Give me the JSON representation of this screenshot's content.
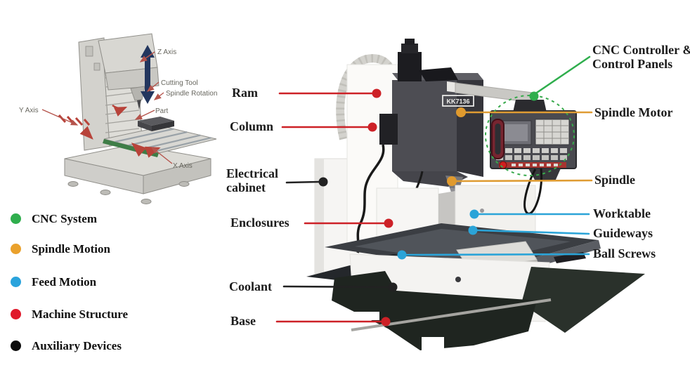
{
  "axis_diagram": {
    "labels": [
      "Z Axis",
      "Cutting Tool",
      "Spindle Rotation",
      "Y Axis",
      "Part",
      "X Axis"
    ]
  },
  "legend": {
    "items": [
      {
        "label": "CNC System",
        "color": "#2fae4d"
      },
      {
        "label": "Spindle Motion",
        "color": "#eaa12c"
      },
      {
        "label": "Feed Motion",
        "color": "#2aa3dc"
      },
      {
        "label": "Machine Structure",
        "color": "#e0192b"
      },
      {
        "label": "Auxiliary Devices",
        "color": "#0c0c0c"
      }
    ]
  },
  "machine": {
    "model_label": "KK7136"
  },
  "callouts": [
    {
      "id": "ram",
      "label": "Ram",
      "side": "left",
      "category": "machine-structure",
      "color": "#cd2127"
    },
    {
      "id": "column",
      "label": "Column",
      "side": "left",
      "category": "machine-structure",
      "color": "#cd2127"
    },
    {
      "id": "electrical-cabinet",
      "label": "Electrical cabinet",
      "side": "left",
      "category": "auxiliary-devices",
      "color": "#222222"
    },
    {
      "id": "enclosures",
      "label": "Enclosures",
      "side": "left",
      "category": "machine-structure",
      "color": "#cd2127"
    },
    {
      "id": "coolant",
      "label": "Coolant",
      "side": "left",
      "category": "auxiliary-devices",
      "color": "#222222"
    },
    {
      "id": "base",
      "label": "Base",
      "side": "left",
      "category": "machine-structure",
      "color": "#cd2127"
    },
    {
      "id": "cnc-controller",
      "label": "CNC Controller & Control Panels",
      "side": "right",
      "category": "cnc-system",
      "color": "#2fae4d"
    },
    {
      "id": "spindle-motor",
      "label": "Spindle Motor",
      "side": "right",
      "category": "spindle-motion",
      "color": "#df9c33"
    },
    {
      "id": "spindle",
      "label": "Spindle",
      "side": "right",
      "category": "spindle-motion",
      "color": "#df9c33"
    },
    {
      "id": "worktable",
      "label": "Worktable",
      "side": "right",
      "category": "feed-motion",
      "color": "#2ba4d8"
    },
    {
      "id": "guideways",
      "label": "Guideways",
      "side": "right",
      "category": "feed-motion",
      "color": "#2ba4d8"
    },
    {
      "id": "ball-screws",
      "label": "Ball Screws",
      "side": "right",
      "category": "feed-motion",
      "color": "#2ba4d8"
    }
  ]
}
